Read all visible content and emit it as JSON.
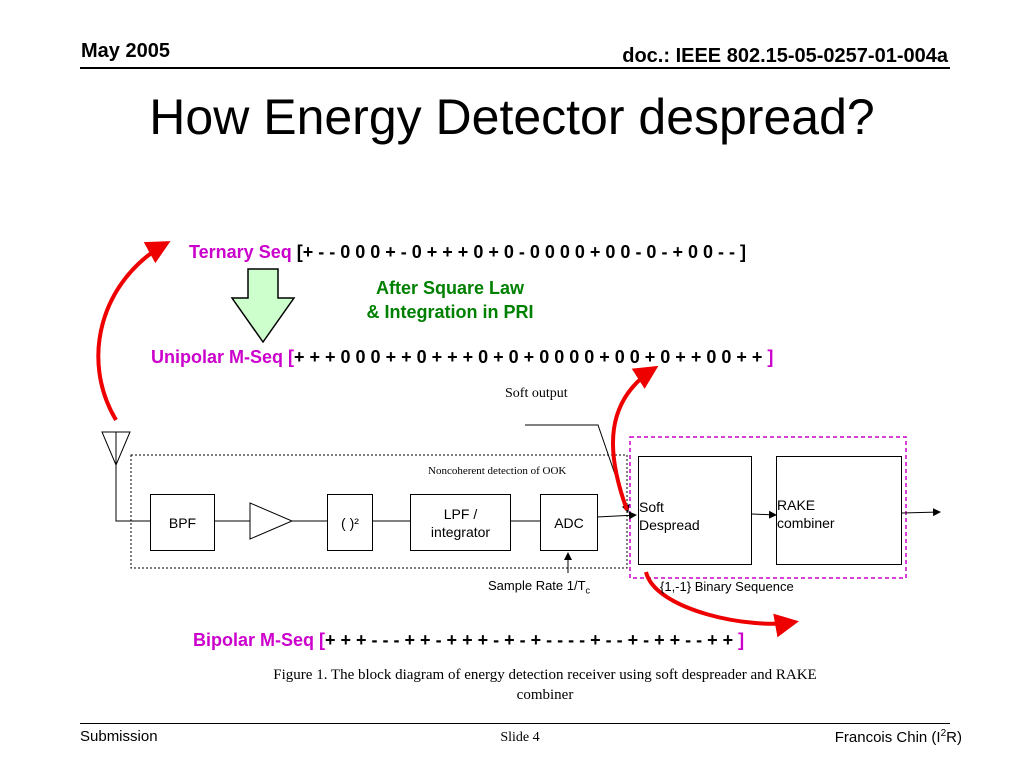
{
  "header": {
    "date": "May 2005",
    "doc": "doc.: IEEE 802.15-05-0257-01-004a"
  },
  "title": "How Energy Detector despread?",
  "ternary": {
    "label": "Ternary Seq",
    "seq": "[+ - - 0 0 0 + - 0 + + + 0 + 0 - 0 0 0 0 + 0 0 - 0 - + 0 0 - - ]"
  },
  "note": {
    "line1": "After Square Law",
    "line2": "& Integration  in PRI"
  },
  "unipolar": {
    "label": "Unipolar M-Seq [",
    "seq": "+ + + 0 0 0 + + 0 + + + 0 + 0 + 0 0 0 0 + 0 0 + 0 + + 0 0 + + ",
    "close": "]"
  },
  "bipolar": {
    "label": "Bipolar M-Seq [",
    "seq": "+ + + - - - + + - + + + - + - + - - - - + - - + - + + - - + + ",
    "close": "]"
  },
  "diagram": {
    "soft_output": "Soft output",
    "noncoherent": "Noncoherent detection of OOK",
    "bpf": "BPF",
    "square": "( )²",
    "lpf_1": "LPF /",
    "lpf_2": "integrator",
    "adc": "ADC",
    "soft_1": "Soft",
    "soft_2": "Despread",
    "rake_1": "RAKE",
    "rake_2": "combiner",
    "sample_rate": "Sample Rate 1/T",
    "sample_sub": "c",
    "binary_seq": "{1,-1} Binary Sequence"
  },
  "caption": {
    "line1": "Figure 1. The block diagram of energy detection receiver using soft despreader and RAKE",
    "line2": "combiner"
  },
  "footer": {
    "left": "Submission",
    "center": "Slide 4",
    "right_pre": "Francois Chin (I",
    "right_sup": "2",
    "right_post": "R)"
  },
  "colors": {
    "magenta": "#cc00cc",
    "green": "#008000",
    "red": "#ee0000",
    "arrow_fill": "#ccffcc"
  }
}
